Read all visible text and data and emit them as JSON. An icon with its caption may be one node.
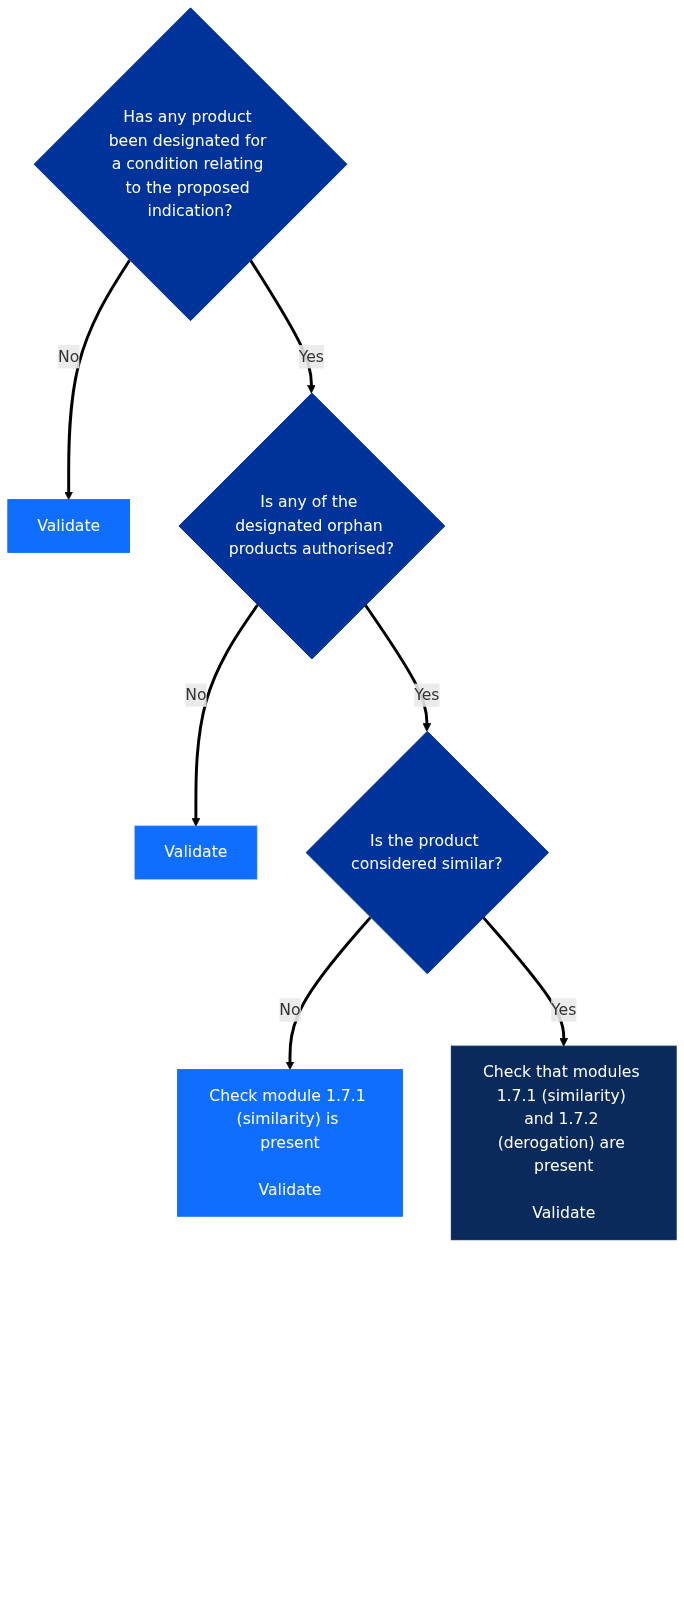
{
  "diagram": {
    "nodes": [
      {
        "text": [
          "Has any product been designated for a condition relating to the proposed indication?"
        ]
      },
      {
        "text": [
          "Validate"
        ]
      },
      {
        "text": [
          "Is any of the designated orphan products authorised?"
        ]
      },
      {
        "text": [
          "Validate"
        ]
      },
      {
        "text": [
          "Is the product considered similar?"
        ]
      },
      {
        "text": [
          "Check module 1.7.1 (similarity) is present",
          "Validate"
        ]
      },
      {
        "text": [
          "Check that modules 1.7.1 (similarity) and 1.7.2 (derogation) are present",
          "Validate"
        ]
      }
    ],
    "edges": [
      {
        "from": 0,
        "to": 1,
        "arrow": "to",
        "label": "No"
      },
      {
        "from": 0,
        "to": 2,
        "arrow": "to",
        "label": "Yes"
      },
      {
        "from": 2,
        "to": 3,
        "arrow": "to",
        "label": "No"
      },
      {
        "from": 2,
        "to": 4,
        "arrow": "to",
        "label": "Yes"
      },
      {
        "from": 4,
        "to": 5,
        "arrow": "to",
        "label": "No"
      },
      {
        "from": 4,
        "to": 6,
        "arrow": "to",
        "label": "Yes"
      }
    ]
  }
}
